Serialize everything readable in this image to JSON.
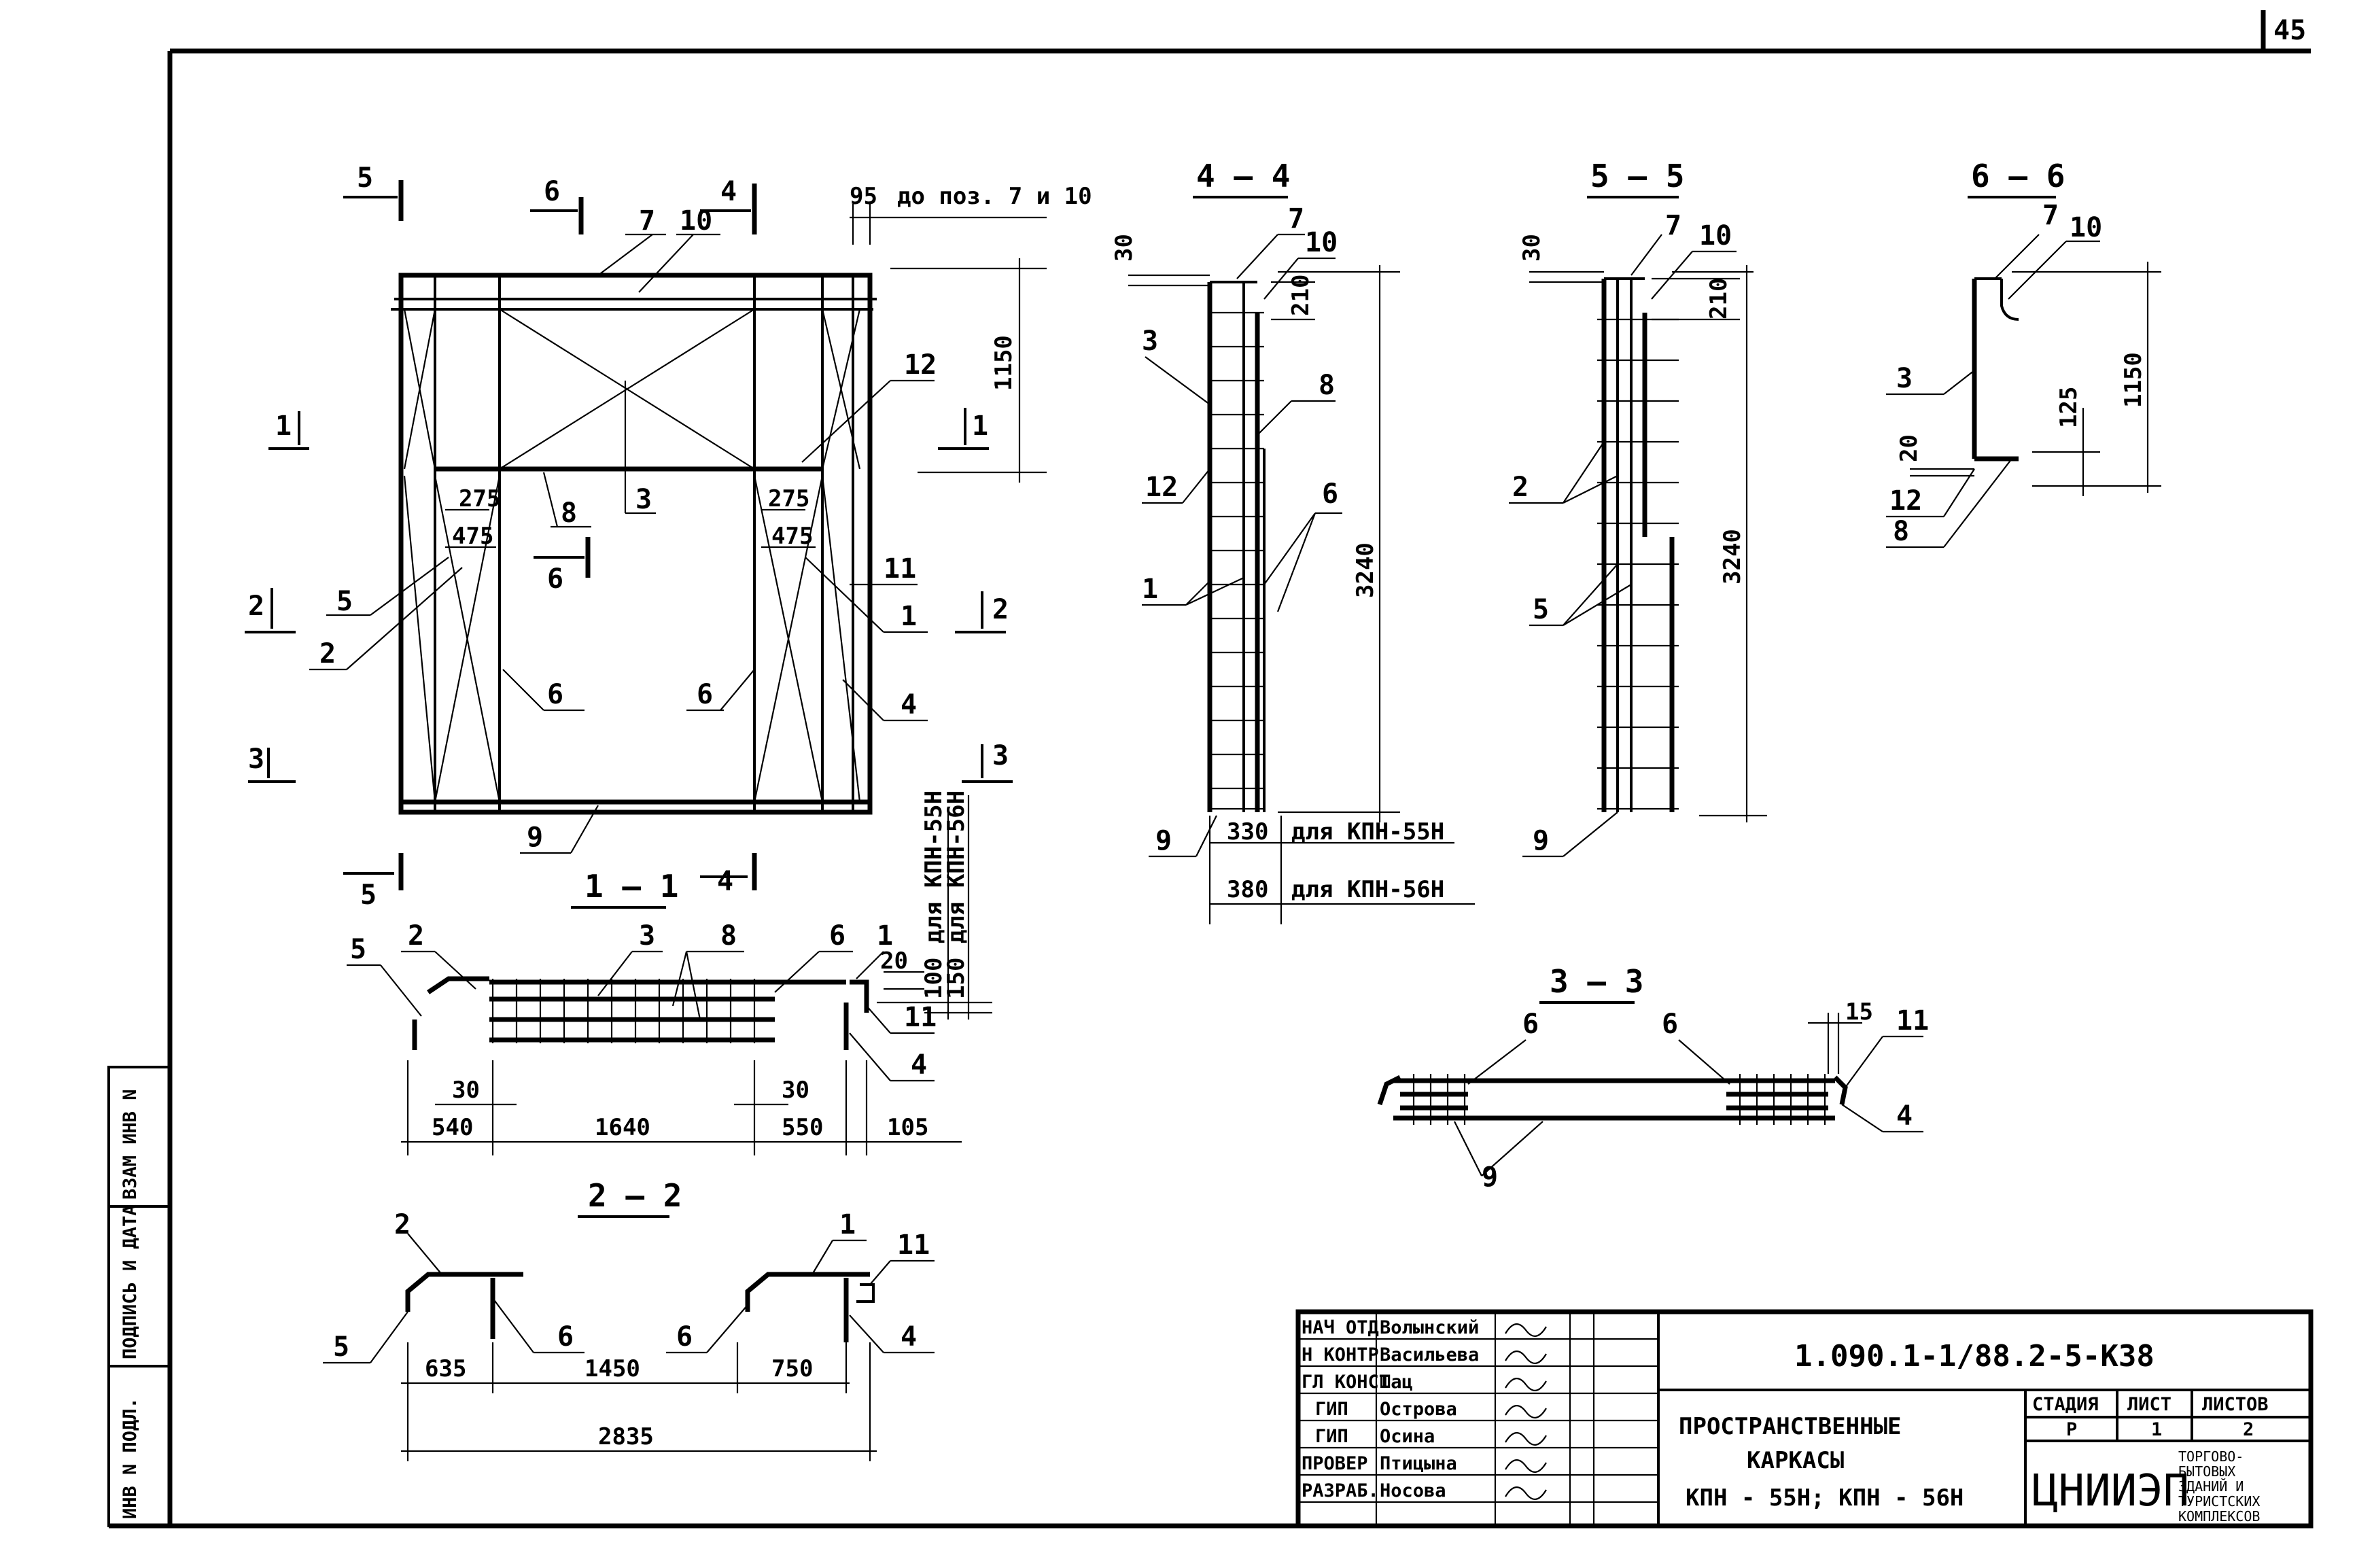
{
  "sheet": {
    "number": "45"
  },
  "margin_stamp": [
    "ИНВ N ПОДЛ.",
    "ПОДПИСЬ И ДАТА",
    "ВЗАМ ИНВ N"
  ],
  "main_view": {
    "section_marks": [
      "5",
      "6",
      "4",
      "1",
      "2",
      "3",
      "6",
      "1",
      "2",
      "3",
      "5",
      "4"
    ],
    "dims": [
      "95",
      "до поз. 7 и 10",
      "1150",
      "275",
      "475",
      "275",
      "475"
    ],
    "callouts": [
      "7",
      "10",
      "12",
      "8",
      "3",
      "5",
      "2",
      "6",
      "6",
      "11",
      "1",
      "4",
      "9"
    ]
  },
  "section_4_4": {
    "title": "4 — 4",
    "dims": [
      "30",
      "210",
      "3240",
      "330",
      "для КПН-55Н",
      "380",
      "для КПН-56Н"
    ],
    "callouts": [
      "7",
      "10",
      "3",
      "8",
      "12",
      "6",
      "1",
      "9"
    ]
  },
  "section_5_5": {
    "title": "5 — 5",
    "dims": [
      "30",
      "210",
      "3240"
    ],
    "callouts": [
      "7",
      "10",
      "2",
      "5",
      "9"
    ]
  },
  "section_6_6": {
    "title": "6 — 6",
    "dims": [
      "1150",
      "125",
      "20"
    ],
    "callouts": [
      "7",
      "10",
      "3",
      "12",
      "8"
    ]
  },
  "section_1_1": {
    "title": "1 — 1",
    "dims": [
      "30",
      "30",
      "540",
      "1640",
      "550",
      "105",
      "20",
      "100 для КПН-55Н",
      "150 для КПН-56Н"
    ],
    "callouts": [
      "5",
      "2",
      "3",
      "8",
      "6",
      "1",
      "11",
      "4"
    ]
  },
  "section_2_2": {
    "title": "2 — 2",
    "dims": [
      "635",
      "1450",
      "750",
      "2835"
    ],
    "callouts": [
      "2",
      "1",
      "11",
      "5",
      "6",
      "6",
      "4"
    ]
  },
  "section_3_3": {
    "title": "3 — 3",
    "dims": [
      "15"
    ],
    "callouts": [
      "6",
      "6",
      "11",
      "9",
      "4"
    ]
  },
  "title_block": {
    "roles": [
      "НАЧ ОТД",
      "Н КОНТР",
      "ГЛ КОНСТ",
      "ГИП",
      "ГИП",
      "ПРОВЕР",
      "РАЗРАБ."
    ],
    "names": [
      "Волынский",
      "Васильева",
      "Шац",
      "Острова",
      "Осина",
      "Птицына",
      "Носова"
    ],
    "doc_code": "1.090.1-1/88.2-5-К38",
    "title_lines": [
      "ПРОСТРАНСТВЕННЫЕ",
      "КАРКАСЫ",
      "КПН - 55Н;  КПН - 56Н"
    ],
    "stage_header": [
      "СТАДИЯ",
      "ЛИСТ",
      "ЛИСТОВ"
    ],
    "stage_values": [
      "Р",
      "1",
      "2"
    ],
    "org": "ЦНИИЭП",
    "org_desc": [
      "ТОРГОВО-",
      "БЫТОВЫХ",
      "ЗДАНИЙ И",
      "ТУРИСТСКИХ",
      "КОМПЛЕКСОВ"
    ]
  }
}
